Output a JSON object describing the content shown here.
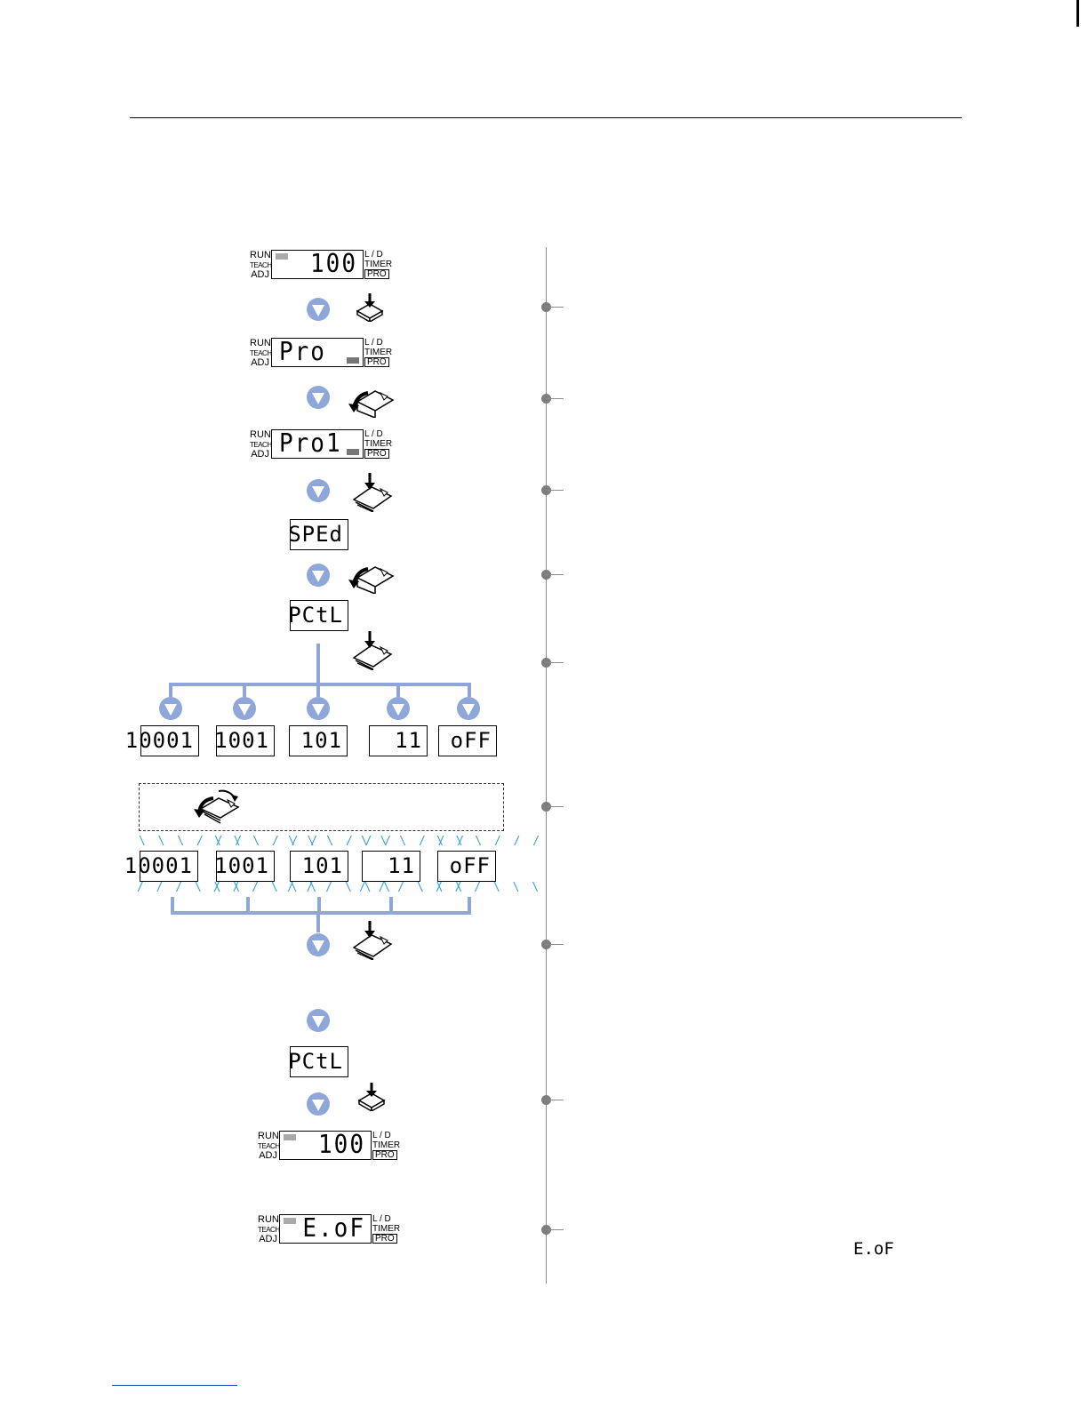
{
  "panel_labels": {
    "run": "RUN",
    "teach": "TEACH",
    "adj": "ADJ",
    "ld": "L / D",
    "timer": "TIMER",
    "pro": "PRO"
  },
  "panels": [
    {
      "display": "100"
    },
    {
      "display": "Pro"
    },
    {
      "display": "Pro1"
    },
    {
      "display": "100"
    },
    {
      "display": "E.oF"
    }
  ],
  "menu_displays": {
    "sped": "SPEd",
    "pctl": "PCtL",
    "pctl_return": "PCtL"
  },
  "options": [
    "10001",
    "1001",
    "101",
    "11",
    "oFF"
  ],
  "blink_top": "\\ \\ \\ / / /",
  "blink_bottom": "/ / / \\ \\ \\",
  "note_display": "E.oF"
}
